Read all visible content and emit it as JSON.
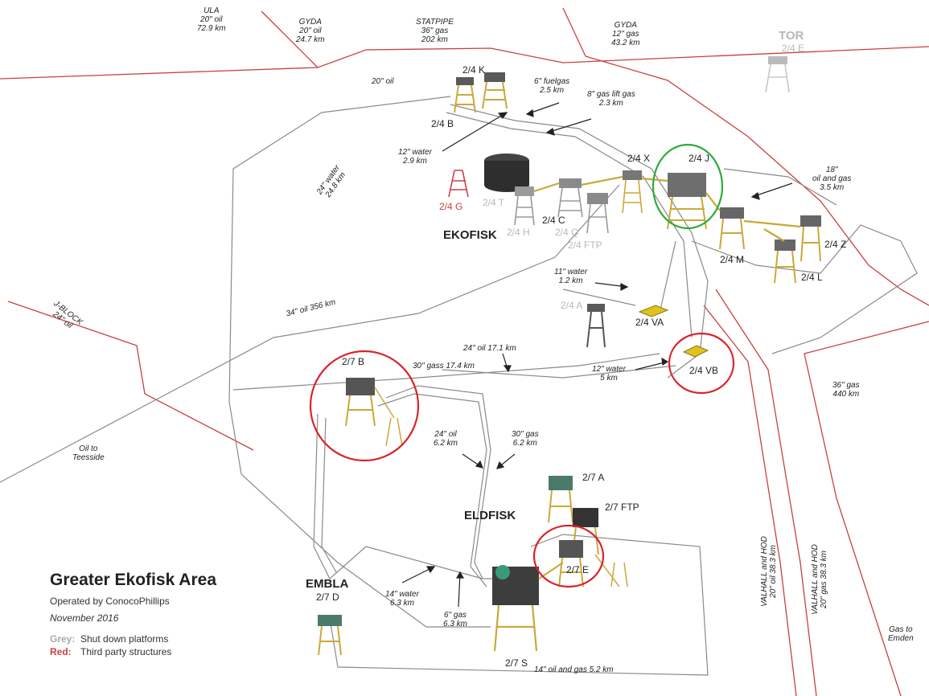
{
  "legend": {
    "title": "Greater Ekofisk Area",
    "operator": "Operated by ConocoPhillips",
    "date": "November 2016",
    "grey_key": "Grey:",
    "grey_text": "Shut down platforms",
    "red_key": "Red:",
    "red_text": "Third party structures"
  },
  "fields": {
    "ekofisk": "EKOFISK",
    "eldfisk": "ELDFISK",
    "embla": "EMBLA",
    "tor": "TOR"
  },
  "platforms": {
    "p24k": "2/4 K",
    "p24b": "2/4 B",
    "p24g": "2/4 G",
    "p24t": "2/4 T",
    "p24h": "2/4 H",
    "p24c": "2/4 C",
    "p24q": "2/4 Q",
    "p24ftp": "2/4 FTP",
    "p24x": "2/4 X",
    "p24j": "2/4 J",
    "p24m": "2/4 M",
    "p24z": "2/4 Z",
    "p24l": "2/4 L",
    "p24a": "2/4 A",
    "p24va": "2/4 VA",
    "p24vb": "2/4 VB",
    "p24e": "2/4 E",
    "p27b": "2/7 B",
    "p27a": "2/7 A",
    "p27ftp": "2/7 FTP",
    "p27e": "2/7 E",
    "p27s": "2/7 S",
    "p27d": "2/7 D"
  },
  "pipelines": {
    "ula": [
      "ULA",
      "20\" oil",
      "72.9 km"
    ],
    "gyda1": [
      "GYDA",
      "20\" oil",
      "24.7 km"
    ],
    "statpipe": [
      "STATPIPE",
      "36\" gas",
      "202 km"
    ],
    "gyda2": [
      "GYDA",
      "12\" gas",
      "43.2 km"
    ],
    "oil20": "20\" oil",
    "fuelgas": [
      "6\" fuelgas",
      "2.5 km"
    ],
    "gaslift": [
      "8\" gas lift gas",
      "2.3 km"
    ],
    "water12a": [
      "12\" water",
      "2.9 km"
    ],
    "water24": [
      "24\" water",
      "24.8 km"
    ],
    "oilgas18": [
      "18\"",
      "oil and gas",
      "3.5 km"
    ],
    "water11": [
      "11\" water",
      "1.2 km"
    ],
    "jblock": [
      "J-BLOCK",
      "24\" oil"
    ],
    "oil34": "34\" oil 356 km",
    "oil24a": "24\" oil 17.1 km",
    "gas30a": "30\" gass 17.4 km",
    "water12b": [
      "12\" water",
      "5 km"
    ],
    "gas36": [
      "36\" gas",
      "440 km"
    ],
    "teesside": [
      "Oil to",
      "Teesside"
    ],
    "oil24b": [
      "24\" oil",
      "6.2 km"
    ],
    "gas30b": [
      "30\" gas",
      "6.2 km"
    ],
    "water14": [
      "14\" water",
      "6.3 km"
    ],
    "gas6": [
      "6\" gas",
      "6.3 km"
    ],
    "oilgas14": "14\" oil and gas 5.2 km",
    "valhall1": [
      "VALHALL and HOD",
      "20\" oil 38.3 km"
    ],
    "valhall2": [
      "VALHALL and HOD",
      "20\" gas 38.3 km"
    ],
    "emden": [
      "Gas to",
      "Emden"
    ]
  },
  "colors": {
    "third_party": "#c94040",
    "pipeline": "#8a8a8a",
    "shutdown": "#b8b8b8",
    "structure": "#d8c35a",
    "highlight_green": "#2faa3a",
    "highlight_red": "#d9242a"
  }
}
